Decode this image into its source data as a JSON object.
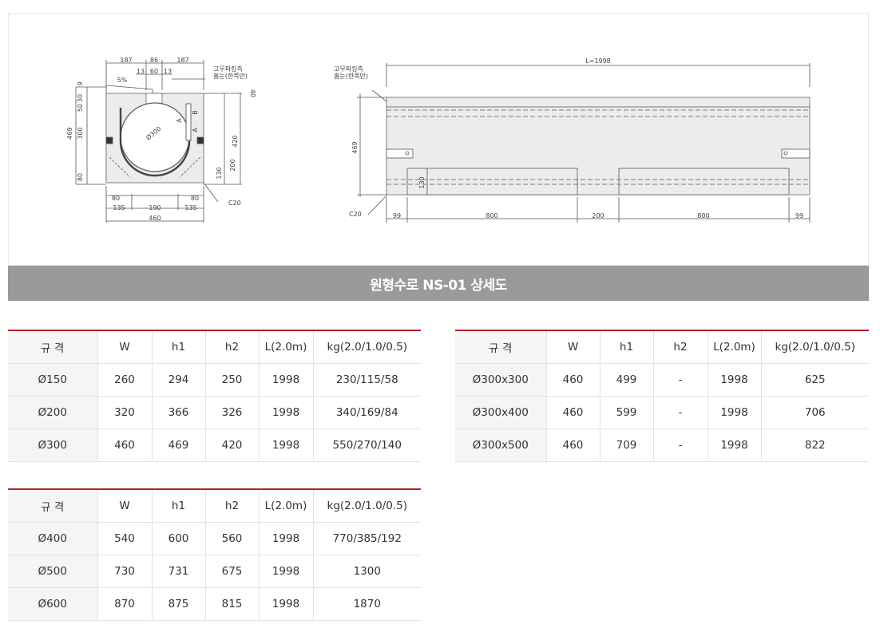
{
  "diagram": {
    "section": {
      "top_dims": [
        "187",
        "86",
        "187"
      ],
      "sub_dims": [
        "13",
        "60",
        "13"
      ],
      "slope": "5%",
      "left_dims": [
        "9",
        "30",
        "50",
        "300",
        "80"
      ],
      "total_height": "469",
      "diameter": "Ø300",
      "right_dims": [
        "40",
        "420",
        "200",
        "130"
      ],
      "bottom_dims": [
        "80",
        "80",
        "135",
        "190",
        "135"
      ],
      "width": "460",
      "chamfer": "C20",
      "rubber_label_1": "고무파킹측",
      "rubber_label_2": "홈눈(한쪽만)",
      "marker_a": "A",
      "marker_b": "B"
    },
    "side": {
      "length": "L=1998",
      "rubber_label_1": "고무파킹측",
      "rubber_label_2": "홈눈(한쪽만)",
      "height": "469",
      "inner_height": "130",
      "chamfer": "C20",
      "bottom_dims": [
        "99",
        "800",
        "200",
        "800",
        "99"
      ]
    }
  },
  "caption": "원형수로 NS-01 상세도",
  "headers": [
    "규 격",
    "W",
    "h1",
    "h2",
    "L(2.0m)",
    "kg(2.0/1.0/0.5)"
  ],
  "table1": [
    [
      "Ø150",
      "260",
      "294",
      "250",
      "1998",
      "230/115/58"
    ],
    [
      "Ø200",
      "320",
      "366",
      "326",
      "1998",
      "340/169/84"
    ],
    [
      "Ø300",
      "460",
      "469",
      "420",
      "1998",
      "550/270/140"
    ]
  ],
  "table2": [
    [
      "Ø300x300",
      "460",
      "499",
      "-",
      "1998",
      "625"
    ],
    [
      "Ø300x400",
      "460",
      "599",
      "-",
      "1998",
      "706"
    ],
    [
      "Ø300x500",
      "460",
      "709",
      "-",
      "1998",
      "822"
    ]
  ],
  "table3": [
    [
      "Ø400",
      "540",
      "600",
      "560",
      "1998",
      "770/385/192"
    ],
    [
      "Ø500",
      "730",
      "731",
      "675",
      "1998",
      "1300"
    ],
    [
      "Ø600",
      "870",
      "875",
      "815",
      "1998",
      "1870"
    ]
  ]
}
